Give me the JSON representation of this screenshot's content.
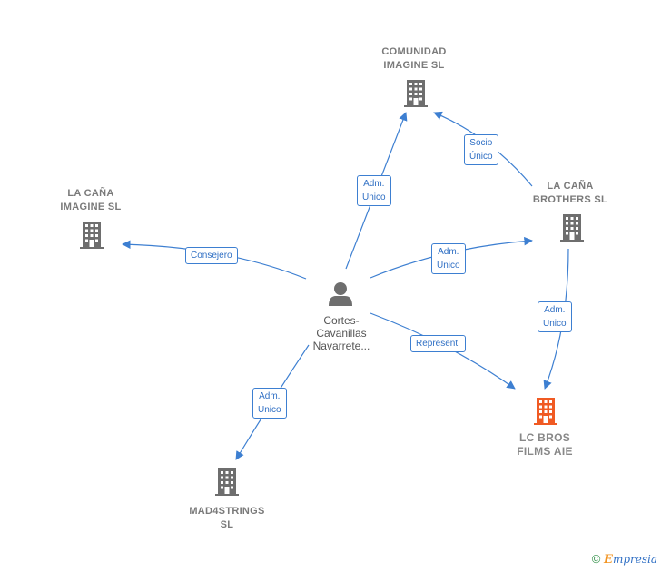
{
  "nodes": {
    "comunidad": {
      "line1": "COMUNIDAD",
      "line2": "IMAGINE  SL"
    },
    "lacana_imagine": {
      "line1": "LA CAÑA",
      "line2": "IMAGINE  SL"
    },
    "lacana_brothers": {
      "line1": "LA CAÑA",
      "line2": "BROTHERS  SL"
    },
    "person": {
      "line1": "Cortes-",
      "line2": "Cavanillas",
      "line3": "Navarrete..."
    },
    "lcbros": {
      "line1": "LC BROS",
      "line2": "FILMS AIE"
    },
    "mad4strings": {
      "line1": "MAD4STRINGS",
      "line2": "SL"
    }
  },
  "edges": {
    "socio": {
      "line1": "Socio",
      "line2": "Único"
    },
    "adm_comunidad": {
      "line1": "Adm.",
      "line2": "Unico"
    },
    "consejero": {
      "line1": "Consejero"
    },
    "adm_brothers": {
      "line1": "Adm.",
      "line2": "Unico"
    },
    "adm_lcbros": {
      "line1": "Adm.",
      "line2": "Unico"
    },
    "represent": {
      "line1": "Represent."
    },
    "adm_mad4": {
      "line1": "Adm.",
      "line2": "Unico"
    }
  },
  "colors": {
    "edge": "#3d7fd1",
    "building": "#6e6e6e",
    "building_highlight": "#f05a23",
    "person": "#6e6e6e"
  },
  "footer": {
    "copyright": "©",
    "brand_first": "E",
    "brand_rest": "mpresia"
  }
}
